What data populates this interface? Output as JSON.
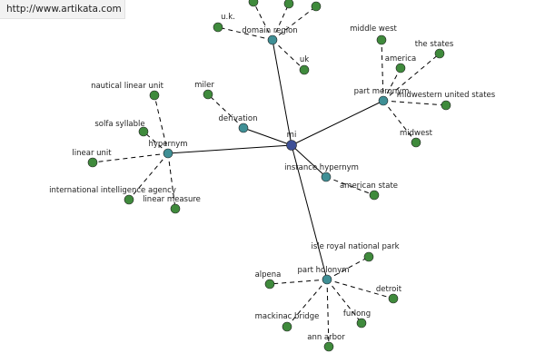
{
  "watermark": "http://www.artikata.com",
  "graph": {
    "center": {
      "id": "c",
      "label": "mi"
    },
    "relations": [
      {
        "id": "domain",
        "label": "domain region",
        "leaves": [
          "u.k.",
          "uk",
          "",
          "",
          ""
        ]
      },
      {
        "id": "meronym",
        "label": "part meronym",
        "leaves": [
          "middle west",
          "the states",
          "america",
          "midwestern united states",
          "midwest"
        ]
      },
      {
        "id": "hypernym",
        "label": "hypernym",
        "leaves": [
          "nautical linear unit",
          "solfa syllable",
          "linear unit",
          "international intelligence agency",
          "linear measure"
        ]
      },
      {
        "id": "derivation",
        "label": "derivation",
        "leaves": [
          "miler"
        ]
      },
      {
        "id": "inst",
        "label": "instance hypernym",
        "leaves": [
          "american state"
        ]
      },
      {
        "id": "holonym",
        "label": "part holonym",
        "leaves": [
          "isle royal national park",
          "alpena",
          "detroit",
          "mackinac bridge",
          "furlong",
          "ann arbor"
        ]
      }
    ]
  }
}
